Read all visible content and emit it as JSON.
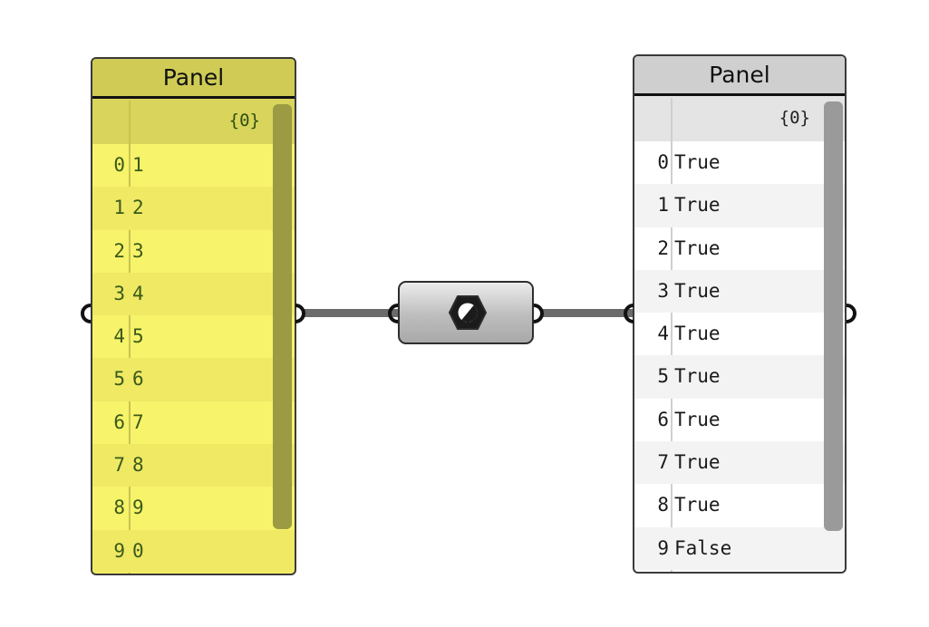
{
  "canvas": {
    "background": "#ffffff"
  },
  "left_panel": {
    "title": "Panel",
    "path": "{0}",
    "color": "#f7f36a",
    "items": [
      {
        "index": "0",
        "value": "1"
      },
      {
        "index": "1",
        "value": "2"
      },
      {
        "index": "2",
        "value": "3"
      },
      {
        "index": "3",
        "value": "4"
      },
      {
        "index": "4",
        "value": "5"
      },
      {
        "index": "5",
        "value": "6"
      },
      {
        "index": "6",
        "value": "7"
      },
      {
        "index": "7",
        "value": "8"
      },
      {
        "index": "8",
        "value": "9"
      },
      {
        "index": "9",
        "value": "0"
      }
    ]
  },
  "component": {
    "icon": "boolean-toggle-icon"
  },
  "right_panel": {
    "title": "Panel",
    "path": "{0}",
    "color": "#ffffff",
    "items": [
      {
        "index": "0",
        "value": "True"
      },
      {
        "index": "1",
        "value": "True"
      },
      {
        "index": "2",
        "value": "True"
      },
      {
        "index": "3",
        "value": "True"
      },
      {
        "index": "4",
        "value": "True"
      },
      {
        "index": "5",
        "value": "True"
      },
      {
        "index": "6",
        "value": "True"
      },
      {
        "index": "7",
        "value": "True"
      },
      {
        "index": "8",
        "value": "True"
      },
      {
        "index": "9",
        "value": "False"
      }
    ]
  }
}
